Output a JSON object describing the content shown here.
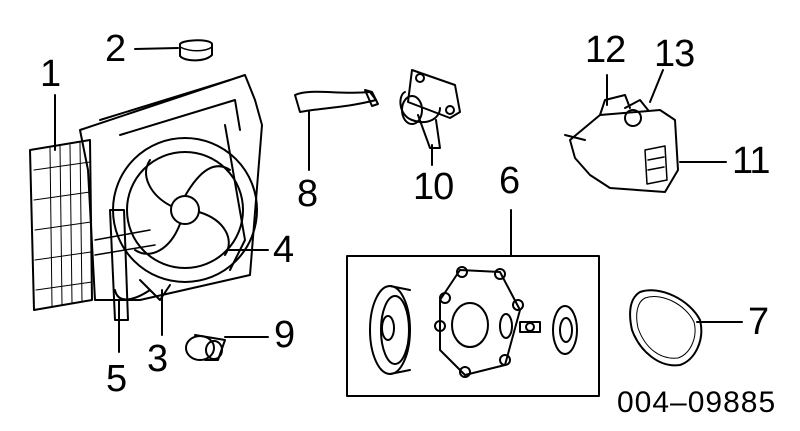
{
  "callouts": {
    "c1": "1",
    "c2": "2",
    "c3": "3",
    "c4": "4",
    "c5": "5",
    "c6": "6",
    "c7": "7",
    "c8": "8",
    "c9": "9",
    "c10": "10",
    "c11": "11",
    "c12": "12",
    "c13": "13"
  },
  "figure_code": "004–09885",
  "colors": {
    "ink": "#000000",
    "paper": "#ffffff"
  }
}
